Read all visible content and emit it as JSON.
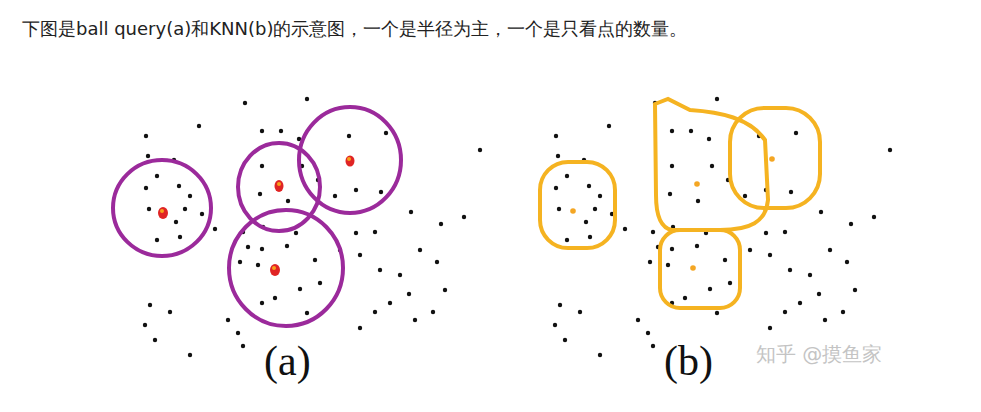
{
  "diagram": {
    "title": "下图是ball query(a)和KNN(b)的示意图，一个是半径为主，一个是只看点的数量。",
    "labels": [
      "(a)",
      "(b)",
      "知乎 @摸鱼家"
    ]
  }
}
